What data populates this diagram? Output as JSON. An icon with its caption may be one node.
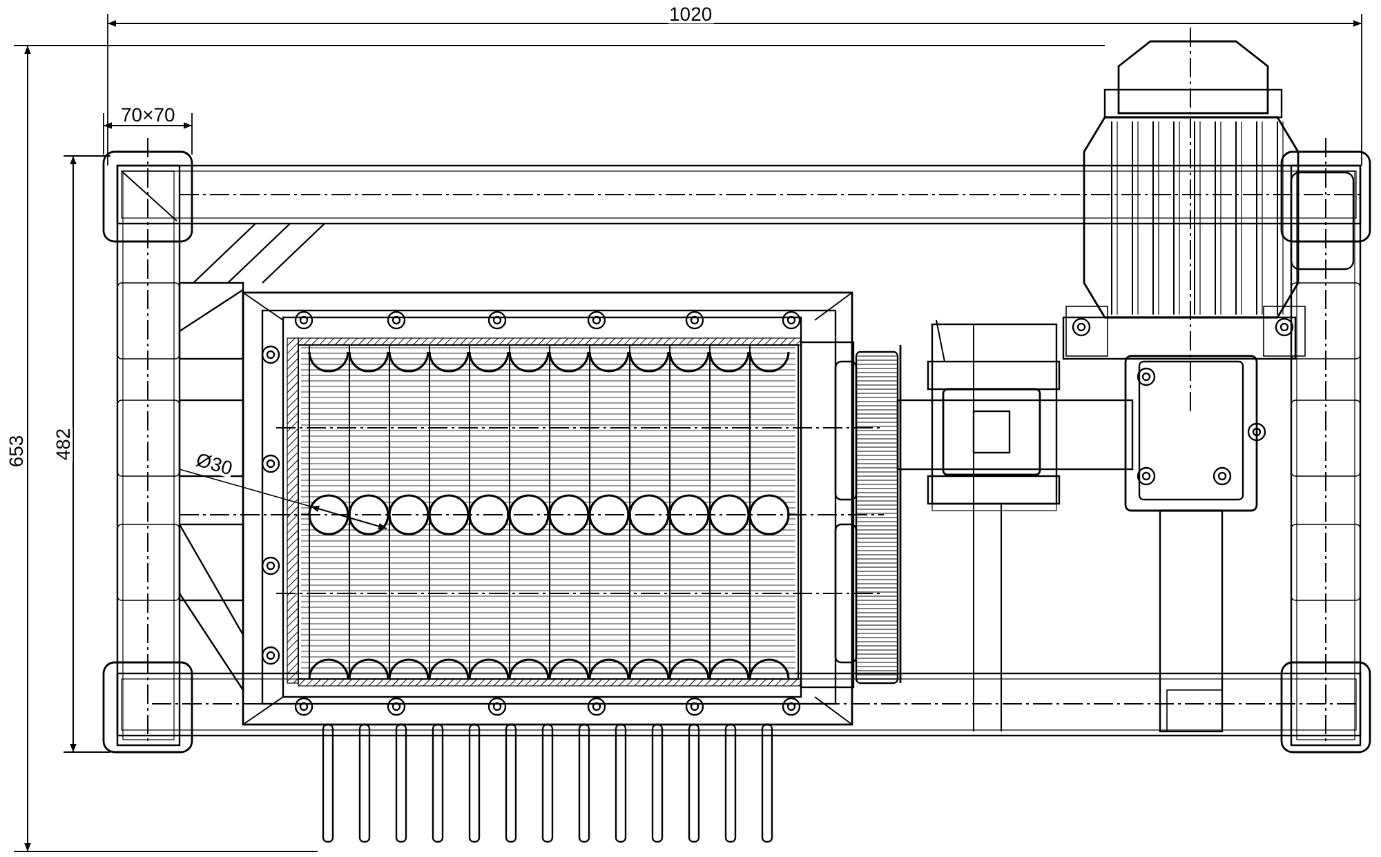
{
  "diagram": {
    "labels": [
      "1020",
      "70×70",
      "653",
      "482",
      "Ø30"
    ]
  }
}
